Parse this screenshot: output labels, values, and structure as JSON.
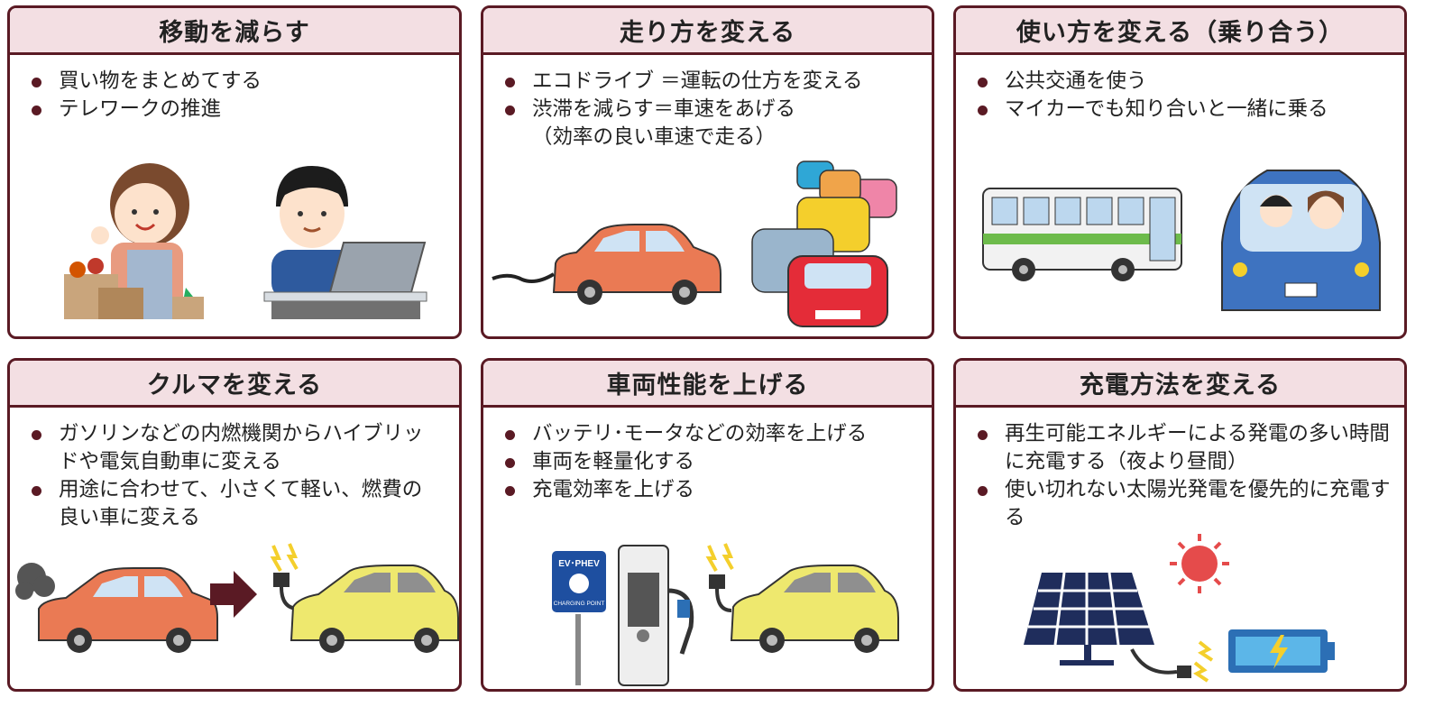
{
  "panels": [
    {
      "title": "移動を減らす",
      "bullets": [
        "買い物をまとめてする",
        "テレワークの推進"
      ]
    },
    {
      "title": "走り方を変える",
      "bullets": [
        "エコドライブ ＝運転の仕方を変える",
        "渋滞を減らす＝車速をあげる（効率の良い車速で走る）"
      ]
    },
    {
      "title": "使い方を変える（乗り合う）",
      "bullets": [
        "公共交通を使う",
        "マイカーでも知り合いと一緒に乗る"
      ]
    },
    {
      "title": "クルマを変える",
      "bullets": [
        "ガソリンなどの内燃機関からハイブリッドや電気自動車に変える",
        "用途に合わせて、小さくて軽い、燃費の良い車に変える"
      ]
    },
    {
      "title": "車両性能を上げる",
      "bullets": [
        "バッテリ･モータなどの効率を上げる",
        "車両を軽量化する",
        "充電効率を上げる"
      ]
    },
    {
      "title": "充電方法を変える",
      "bullets": [
        "再生可能エネルギーによる発電の多い時間に充電する（夜より昼間）",
        "使い切れない太陽光発電を優先的に充電する"
      ]
    }
  ],
  "sign": {
    "line1": "EV･PHEV",
    "line2": "CHARGING POINT"
  },
  "colors": {
    "border": "#5a1a24",
    "header_bg": "#f3dfe3",
    "orange_car": "#ea7a54",
    "yellow_car": "#eee86e",
    "blue_car": "#3e73c0"
  }
}
